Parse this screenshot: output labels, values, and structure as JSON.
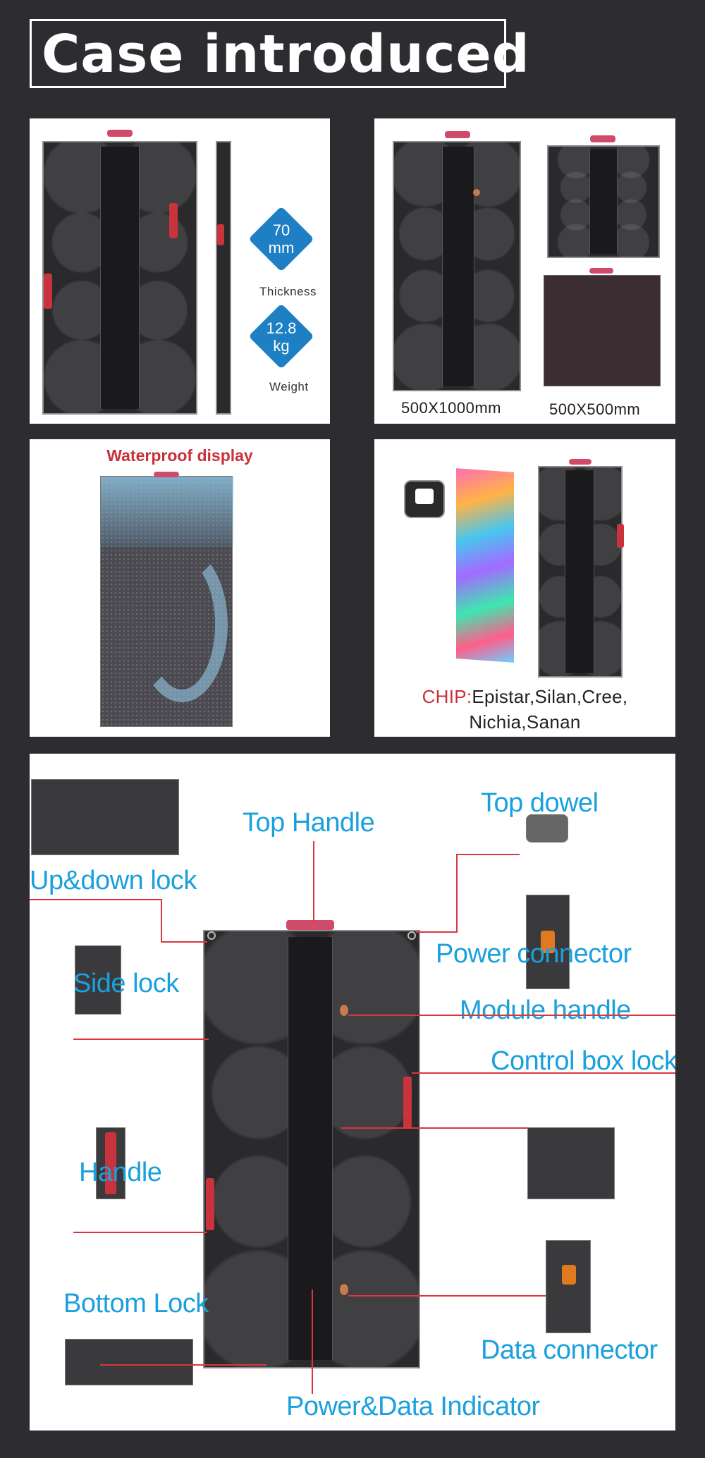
{
  "title": "Case introduced",
  "specs": {
    "thickness_value": "70",
    "thickness_unit": "mm",
    "thickness_label": "Thickness",
    "weight_value": "12.8",
    "weight_unit": "kg",
    "weight_label": "Weight"
  },
  "sizes": {
    "large": "500X1000mm",
    "small": "500X500mm"
  },
  "waterproof": {
    "title": "Waterproof display"
  },
  "chip": {
    "prefix": "CHIP:",
    "line1": "Epistar,Silan,Cree,",
    "line2": "Nichia,Sanan"
  },
  "callouts": {
    "top_handle": "Top  Handle",
    "top_dowel": "Top  dowel",
    "up_down_lock": "Up&down lock",
    "power_connector": "Power connector",
    "side_lock": "Side lock",
    "module_handle": "Module handle",
    "control_box_lock": "Control box lock",
    "handle": "Handle",
    "bottom_lock": "Bottom  Lock",
    "data_connector": "Data connector",
    "indicator": "Power&Data Indicator"
  },
  "colors": {
    "background": "#2d2d31",
    "callout_blue": "#1aa0dc",
    "accent_red": "#c9303a",
    "badge_blue": "#1f7fc4"
  }
}
